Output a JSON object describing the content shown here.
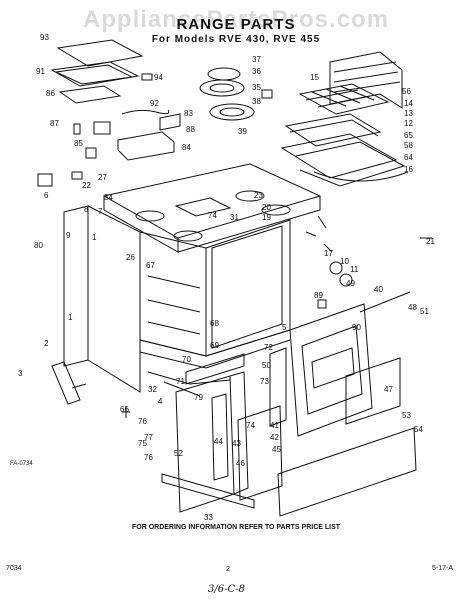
{
  "watermark": "AppliancePartsPros.com",
  "title": "RANGE PARTS",
  "subtitle": "For Models RVE 430, RVE 455",
  "figure_code": "FA-0734",
  "order_note": "FOR ORDERING INFORMATION REFER TO PARTS PRICE LIST",
  "footer": {
    "left": "7034",
    "center": "2",
    "right": "5-17-A"
  },
  "handwritten": "3/6-C-8",
  "labels": [
    "93",
    "37",
    "36",
    "35",
    "38",
    "91",
    "94",
    "92",
    "86",
    "83",
    "87",
    "88",
    "85",
    "84",
    "39",
    "15",
    "56",
    "14",
    "13",
    "12",
    "65",
    "58",
    "64",
    "16",
    "22",
    "6",
    "27",
    "34",
    "7",
    "74",
    "31",
    "23",
    "20",
    "19",
    "80",
    "9",
    "26",
    "67",
    "21",
    "17",
    "10",
    "11",
    "49",
    "89",
    "40",
    "48",
    "51",
    "2",
    "3",
    "66",
    "32",
    "68",
    "69",
    "5",
    "70",
    "71",
    "72",
    "50",
    "73",
    "4",
    "90",
    "76",
    "77",
    "76",
    "75",
    "74",
    "46",
    "52",
    "44",
    "43",
    "41",
    "42",
    "45",
    "33",
    "54",
    "53",
    "47",
    "8",
    "1",
    "1",
    "79"
  ]
}
